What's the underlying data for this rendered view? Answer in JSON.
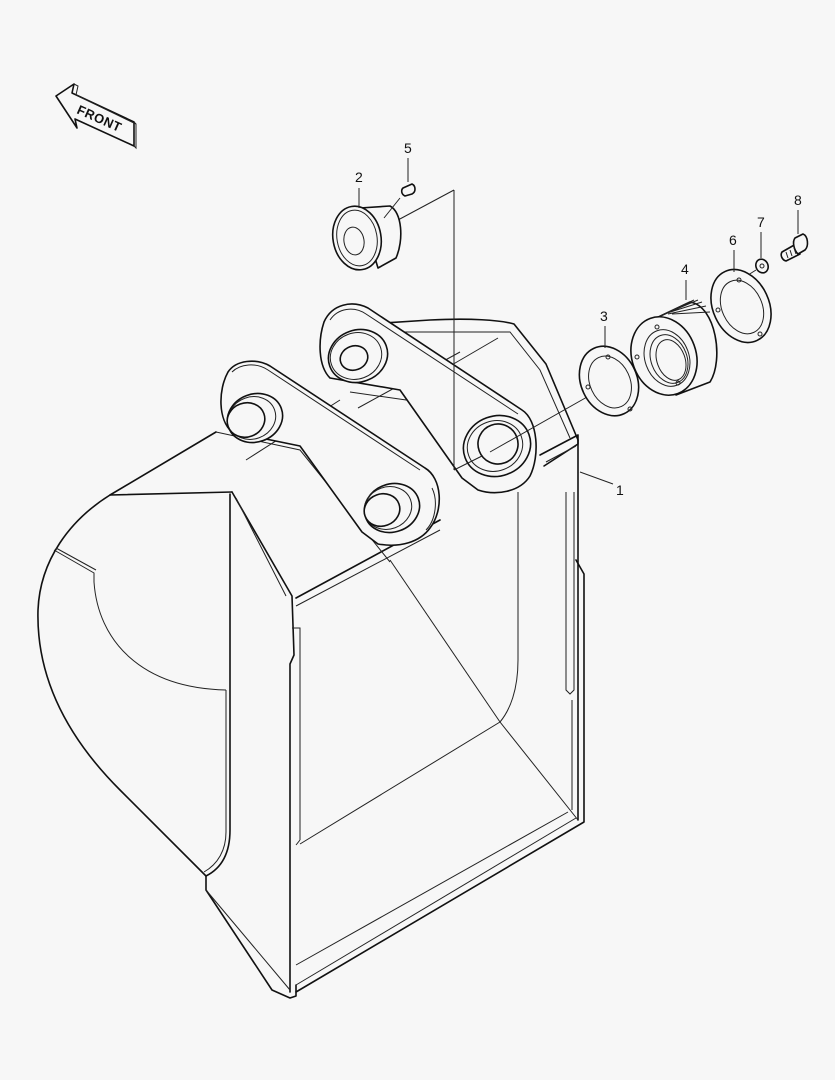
{
  "diagram": {
    "type": "exploded-parts-view",
    "subject": "excavator bucket with pin bosses and bushing assembly",
    "background": "#f7f7f7",
    "line_color": "#111111",
    "direction_indicator": {
      "label": "FRONT",
      "icon": "arrow-left-icon"
    },
    "callouts": [
      {
        "number": "1",
        "part": "bucket"
      },
      {
        "number": "2",
        "part": "flanged bushing"
      },
      {
        "number": "3",
        "part": "shim ring"
      },
      {
        "number": "4",
        "part": "threaded bushing"
      },
      {
        "number": "5",
        "part": "pin / dowel"
      },
      {
        "number": "6",
        "part": "retaining ring plate"
      },
      {
        "number": "7",
        "part": "lock washer"
      },
      {
        "number": "8",
        "part": "bolt"
      }
    ]
  }
}
